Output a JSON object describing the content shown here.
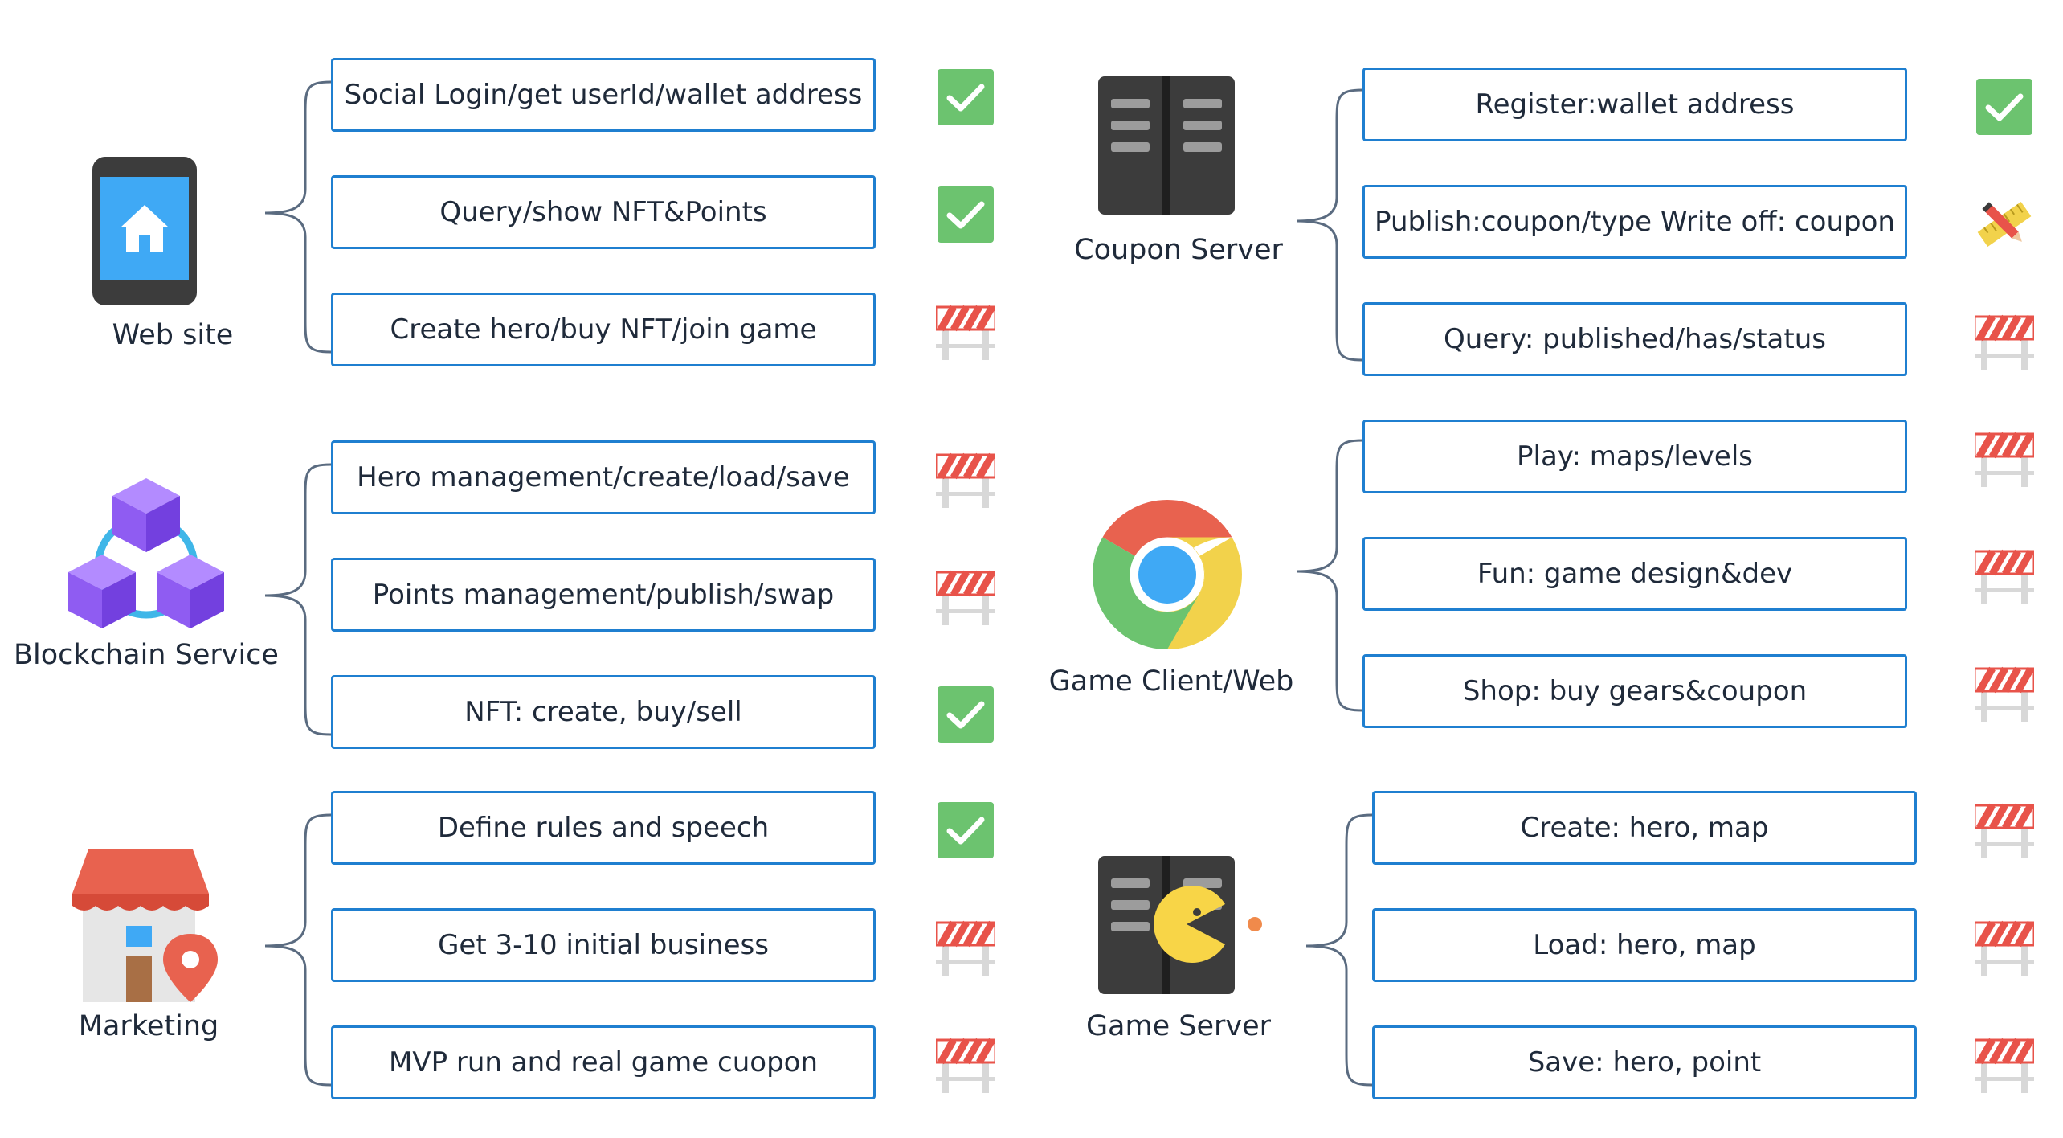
{
  "groups": [
    {
      "title": "Web site",
      "icon": "phone-home-icon",
      "items": [
        {
          "text": "Social Login/get userId/wallet address",
          "status": "done"
        },
        {
          "text": "Query/show NFT&Points",
          "status": "done"
        },
        {
          "text": "Create hero/buy NFT/join game",
          "status": "construction"
        }
      ]
    },
    {
      "title": "Blockchain Service",
      "icon": "blockchain-cubes-icon",
      "items": [
        {
          "text": "Hero management/create/load/save",
          "status": "construction"
        },
        {
          "text": "Points management/publish/swap",
          "status": "construction"
        },
        {
          "text": "NFT: create, buy/sell",
          "status": "done"
        }
      ]
    },
    {
      "title": "Marketing",
      "icon": "store-location-icon",
      "items": [
        {
          "text": "Define rules and speech",
          "status": "done"
        },
        {
          "text": "Get 3-10 initial business",
          "status": "construction"
        },
        {
          "text": "MVP run and real game cuopon",
          "status": "construction"
        }
      ]
    },
    {
      "title": "Coupon Server",
      "icon": "server-icon",
      "items": [
        {
          "text": "Register:wallet address",
          "status": "done"
        },
        {
          "text": "Publish:coupon/type Write off: coupon",
          "status": "in-progress"
        },
        {
          "text": "Query: published/has/status",
          "status": "construction"
        }
      ]
    },
    {
      "title": "Game Client/Web",
      "icon": "chrome-browser-icon",
      "items": [
        {
          "text": "Play: maps/levels",
          "status": "construction"
        },
        {
          "text": "Fun: game design&dev",
          "status": "construction"
        },
        {
          "text": "Shop: buy gears&coupon",
          "status": "construction"
        }
      ]
    },
    {
      "title": "Game Server",
      "icon": "game-server-icon",
      "items": [
        {
          "text": "Create: hero, map",
          "status": "construction"
        },
        {
          "text": "Load: hero, map",
          "status": "construction"
        },
        {
          "text": "Save: hero, point",
          "status": "construction"
        }
      ]
    }
  ],
  "colors": {
    "box_border": "#1f7fd0",
    "done": "#6cc36f",
    "construction_red": "#e8534a",
    "server_dark": "#3c3c3c",
    "brace": "#5a6b80"
  }
}
